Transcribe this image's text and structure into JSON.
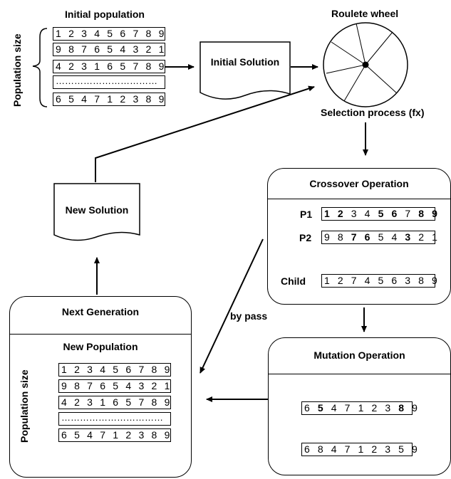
{
  "initial_population": {
    "title": "Initial population",
    "side_label": "Population size",
    "rows": [
      "1 2 3 4 5 6 7 8 9",
      "9 8 7 6 5 4 3 2 1",
      "4 2 3 1 6 5 7 8 9",
      "……………………………",
      "6 5 4 7 1 2 3 8 9"
    ]
  },
  "initial_solution": {
    "label": "Initial Solution"
  },
  "roulette": {
    "title": "Roulete wheel",
    "caption": "Selection process (fx)"
  },
  "crossover": {
    "title": "Crossover Operation",
    "p1_label": "P1",
    "p2_label": "P2",
    "child_label": "Child",
    "p1": [
      "1",
      "2",
      "3",
      "4",
      "5",
      "6",
      "7",
      "8",
      "9"
    ],
    "p1_bold": [
      true,
      true,
      false,
      false,
      true,
      true,
      false,
      true,
      true
    ],
    "p2": [
      "9",
      "8",
      "7",
      "6",
      "5",
      "4",
      "3",
      "2",
      "1"
    ],
    "p2_bold": [
      false,
      false,
      true,
      true,
      false,
      false,
      true,
      false,
      false
    ],
    "child": "1 2 7 4 5 6 3 8 9"
  },
  "mutation": {
    "title": "Mutation Operation",
    "before": [
      "6",
      "5",
      "4",
      "7",
      "1",
      "2",
      "3",
      "8",
      "9"
    ],
    "before_bold": [
      false,
      true,
      false,
      false,
      false,
      false,
      false,
      true,
      false
    ],
    "after": "6 8 4 7 1 2 3 5 9"
  },
  "next_generation": {
    "title": "Next Generation",
    "subtitle": "New Population",
    "side_label": "Population size",
    "rows": [
      "1 2 3 4 5 6 7 8 9",
      "9 8 7 6 5 4 3 2 1",
      "4 2 3 1 6 5 7 8 9",
      "……………………………",
      "6 5 4 7 1 2 3 8 9"
    ]
  },
  "new_solution": {
    "label": "New Solution"
  },
  "bypass_label": "by pass"
}
